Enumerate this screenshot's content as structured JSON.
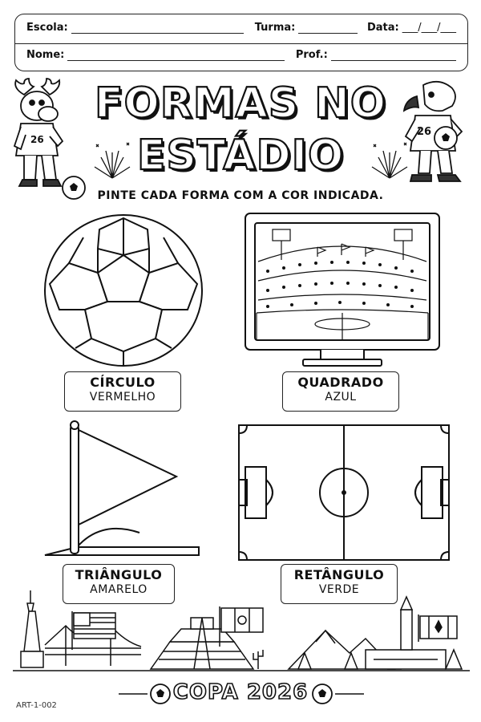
{
  "header": {
    "school_label": "Escola:",
    "class_label": "Turma:",
    "date_label": "Data:",
    "date_pattern": "___/___/___",
    "name_label": "Nome:",
    "teacher_label": "Prof.:"
  },
  "title": {
    "line1": "FORMAS NO",
    "line2": "ESTÁDIO"
  },
  "instruction": "PINTE CADA FORMA COM A COR INDICADA.",
  "mascots": {
    "left_number": "26",
    "right_number": "26"
  },
  "shapes": [
    {
      "name": "CÍRCULO",
      "color": "VERMELHO"
    },
    {
      "name": "QUADRADO",
      "color": "AZUL"
    },
    {
      "name": "TRIÂNGULO",
      "color": "AMARELO"
    },
    {
      "name": "RETÂNGULO",
      "color": "VERDE"
    }
  ],
  "footer": {
    "title": "COPA 2026",
    "code": "ART-1-002"
  }
}
